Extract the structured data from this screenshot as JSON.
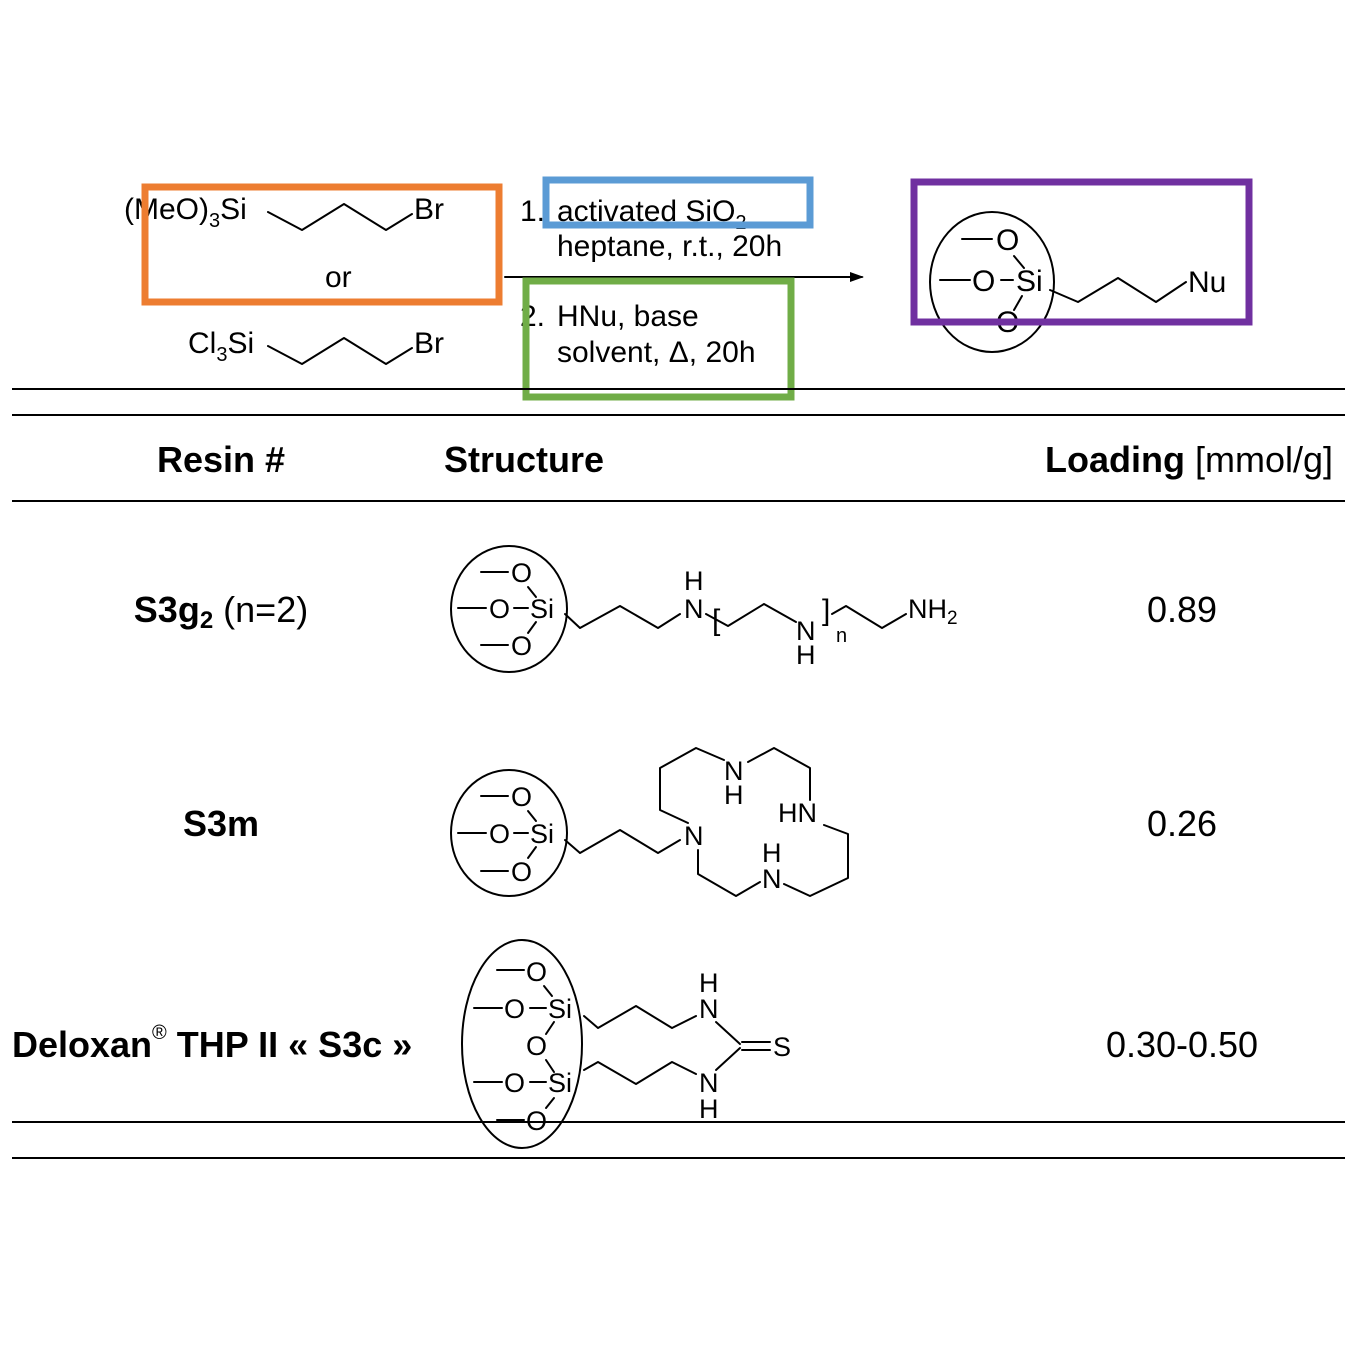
{
  "scheme": {
    "reagent1": {
      "prefix": "(MeO)",
      "sub": "3",
      "si": "Si",
      "end": "Br"
    },
    "or": "or",
    "reagent2": {
      "prefix": "Cl",
      "sub": "3",
      "si": "Si",
      "end": "Br"
    },
    "step1": {
      "num": "1.",
      "line1": "activated SiO",
      "line1_sub": "2",
      "line2": "heptane, r.t., 20h"
    },
    "step2": {
      "num": "2.",
      "line1": "HNu, base",
      "line2_pre": "solvent, ",
      "line2_delta": "Δ",
      "line2_post": ", 20h"
    },
    "product": {
      "nu": "Nu"
    }
  },
  "highlight_colors": {
    "orange": "#ED7D31",
    "blue": "#5B9BD5",
    "green": "#70AD47",
    "purple": "#7030A0"
  },
  "atoms": {
    "O": "O",
    "Si": "Si",
    "N": "N",
    "H": "H",
    "HN": "HN",
    "NH": "NH",
    "NH2": "NH",
    "NH2_sub": "2",
    "S": "S",
    "n": "n",
    "bracket_l": "[",
    "bracket_r": "]"
  },
  "table": {
    "headers": {
      "resin": "Resin #",
      "structure": "Structure",
      "loading_bold": "Loading",
      "loading_unit": "[mmol/g]"
    },
    "rows": [
      {
        "resin_bold": "S3g",
        "resin_sub": "2",
        "resin_rest": " (n=2)",
        "loading": "0.89"
      },
      {
        "resin_bold": "S3m",
        "loading": "0.26"
      },
      {
        "resin_bold": "Deloxan",
        "resin_sup": "®",
        "resin_rest": " THP II « S3c »",
        "loading": "0.30-0.50"
      }
    ]
  }
}
